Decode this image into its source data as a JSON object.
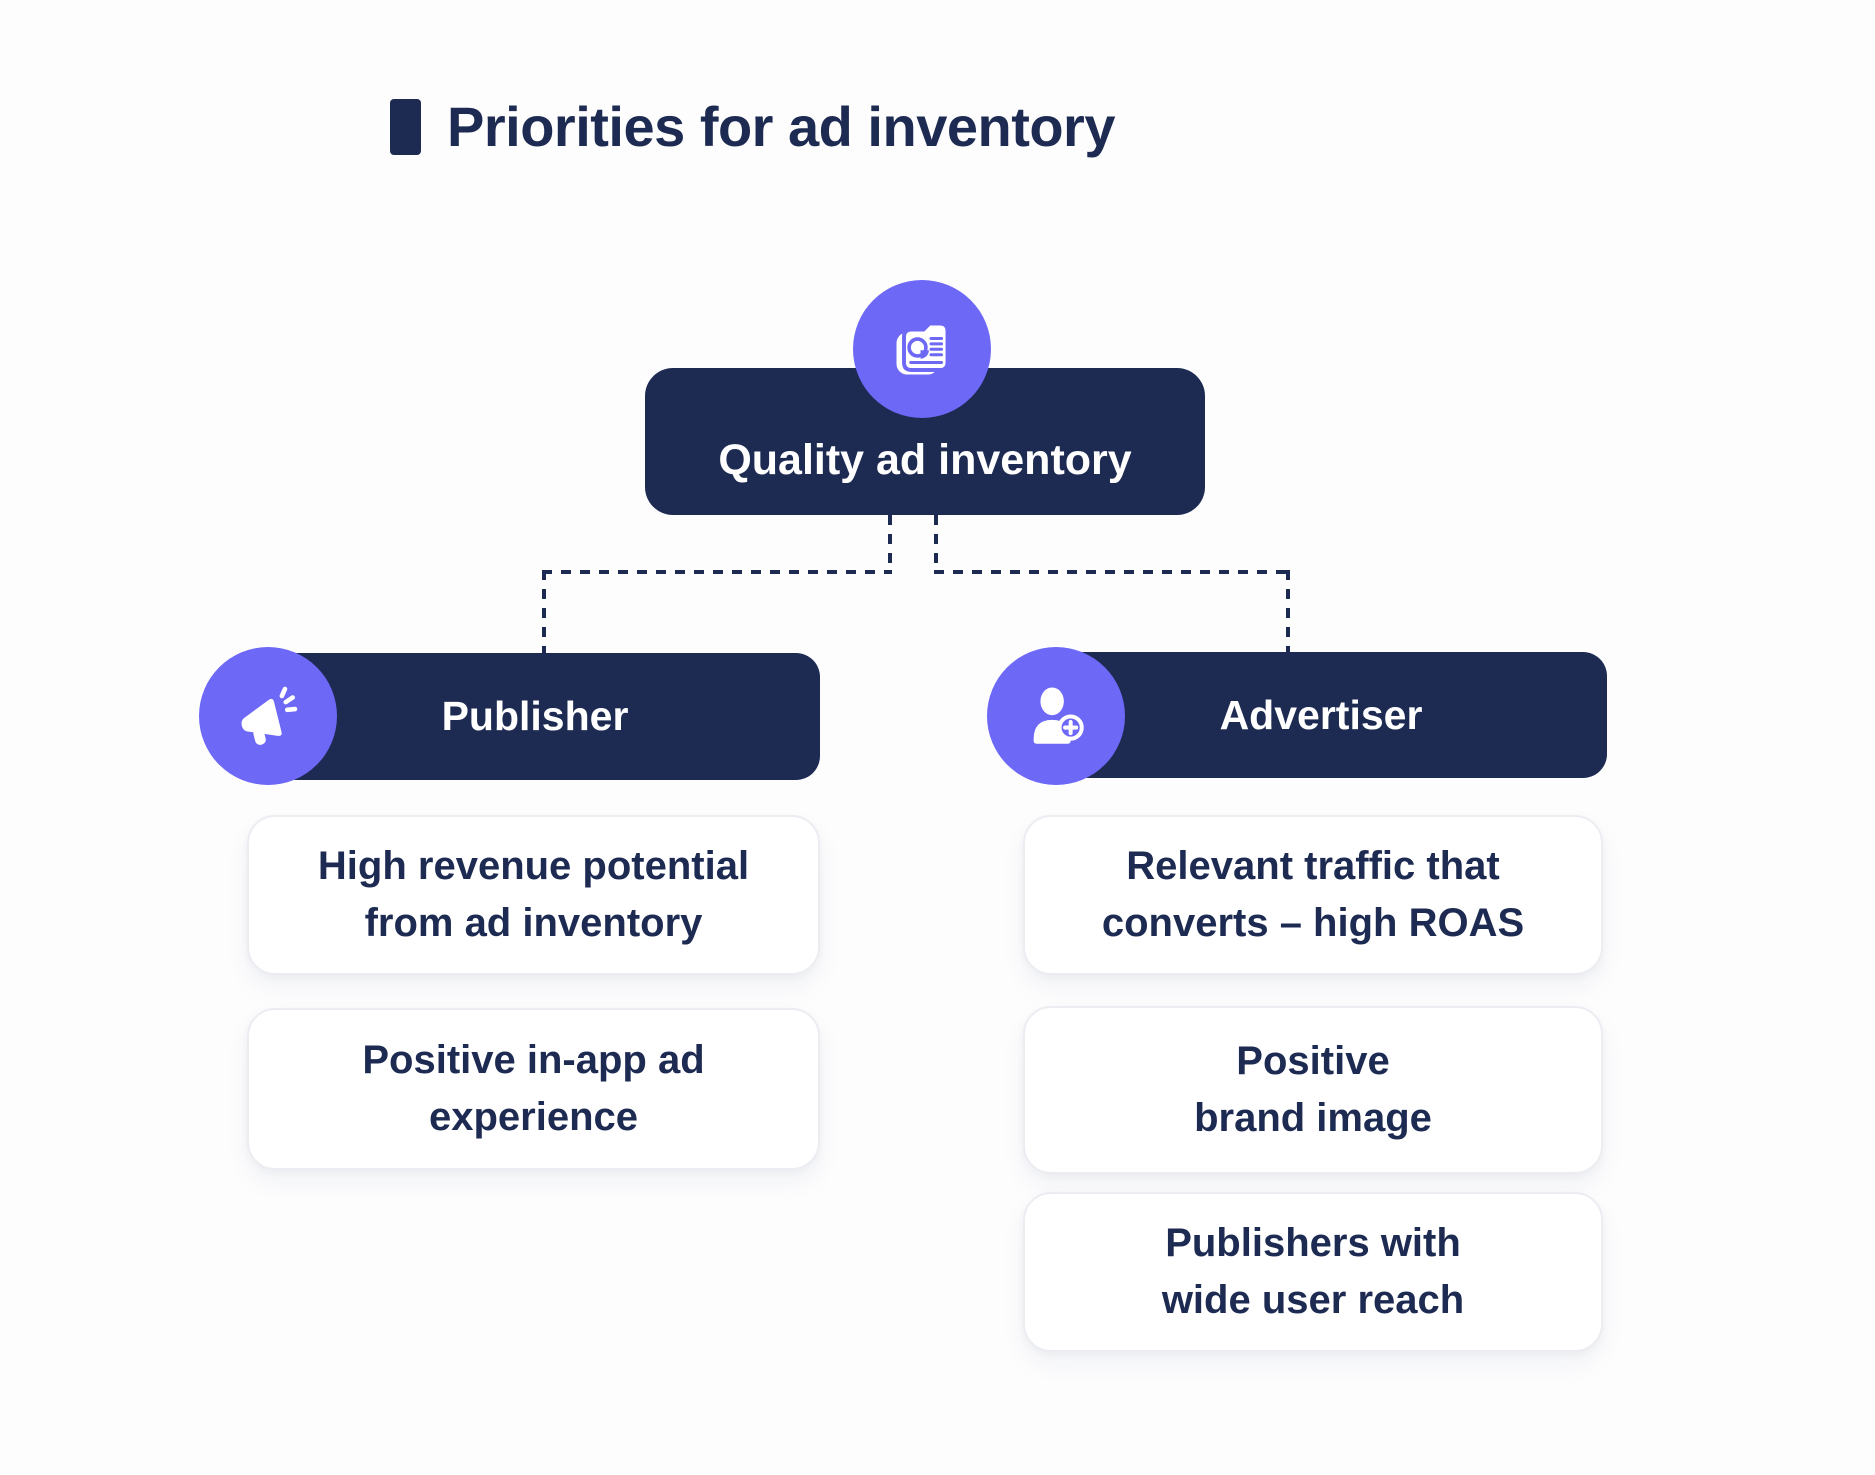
{
  "title": {
    "text": "Priorities for ad inventory"
  },
  "root": {
    "label": "Quality ad inventory",
    "icon": "report-chart-icon"
  },
  "branches": [
    {
      "id": "publisher",
      "label": "Publisher",
      "icon": "megaphone-icon",
      "items": [
        "High revenue potential\nfrom ad inventory",
        "Positive in-app ad\nexperience"
      ]
    },
    {
      "id": "advertiser",
      "label": "Advertiser",
      "icon": "user-add-icon",
      "items": [
        "Relevant traffic that\nconverts – high ROAS",
        "Positive\nbrand image",
        "Publishers with\nwide user reach"
      ]
    }
  ],
  "colors": {
    "navy": "#1d2a52",
    "purple": "#6d68f6",
    "card_background": "#ffffff",
    "card_border": "#ececf2",
    "page_background": "#fdfdfe",
    "node_text": "#ffffff"
  }
}
